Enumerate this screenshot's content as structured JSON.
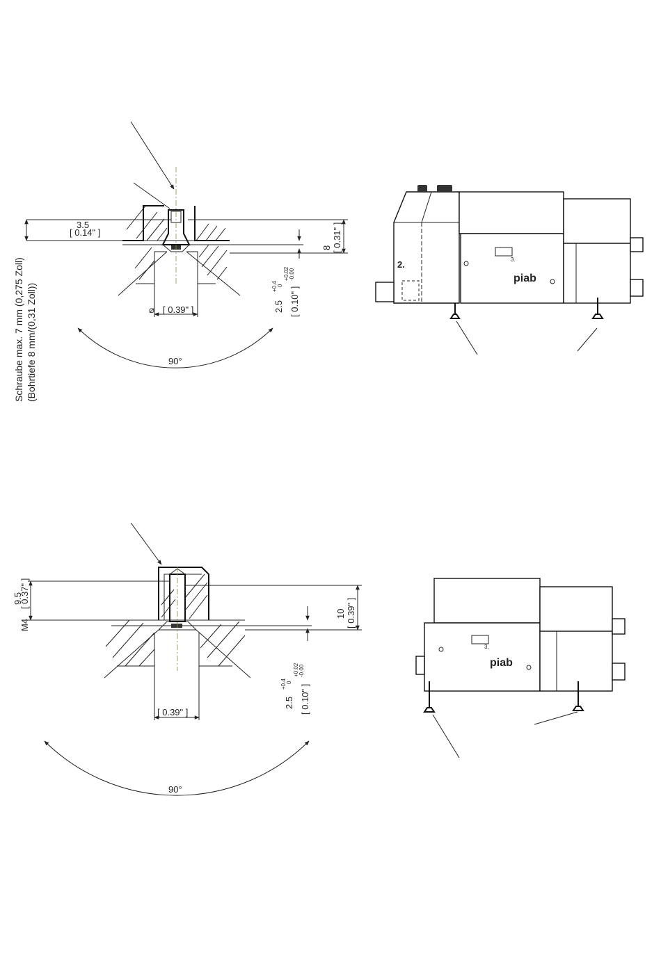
{
  "colors": {
    "line": "#222222",
    "centerline": "#8a8a3a",
    "background": "#ffffff"
  },
  "detail_top": {
    "depth_value": "3.5",
    "depth_inch": "[ 0.14\" ]",
    "hole_depth_value": "8",
    "hole_depth_inch": "[ 0.31\" ]",
    "diameter_symbol": "⌀",
    "diameter_inch": "[ 0.39\" ]",
    "recess_value": "2.5",
    "recess_tol_upper": "+0.4",
    "recess_tol_lower": "0",
    "recess_inch": "[ 0.10\" ]",
    "recess_inch_tol_upper": "+0.02",
    "recess_inch_tol_lower": "-0.00",
    "angle": "90°"
  },
  "side_note": {
    "line1": "Schraube max. 7 mm (0,275 Zoll)",
    "line2": "(Bohrtiefe 8 mm/(0,31 Zoll))"
  },
  "detail_bottom": {
    "thread_value": "9.5",
    "thread_inch": "[ 0.37\" ]",
    "thread_size": "M4",
    "depth_value": "10",
    "depth_inch": "[ 0.39\" ]",
    "diameter_inch": "[ 0.39\" ]",
    "recess_value": "2.5",
    "recess_tol_upper": "+0.4",
    "recess_tol_lower": "0",
    "recess_inch": "[ 0.10\" ]",
    "recess_inch_tol_upper": "+0.02",
    "recess_inch_tol_lower": "-0.00",
    "angle": "90°"
  },
  "unit_top": {
    "label_2": "2.",
    "label_3": "3.",
    "brand": "piab"
  },
  "unit_bottom": {
    "label_3": "3.",
    "brand": "piab"
  }
}
